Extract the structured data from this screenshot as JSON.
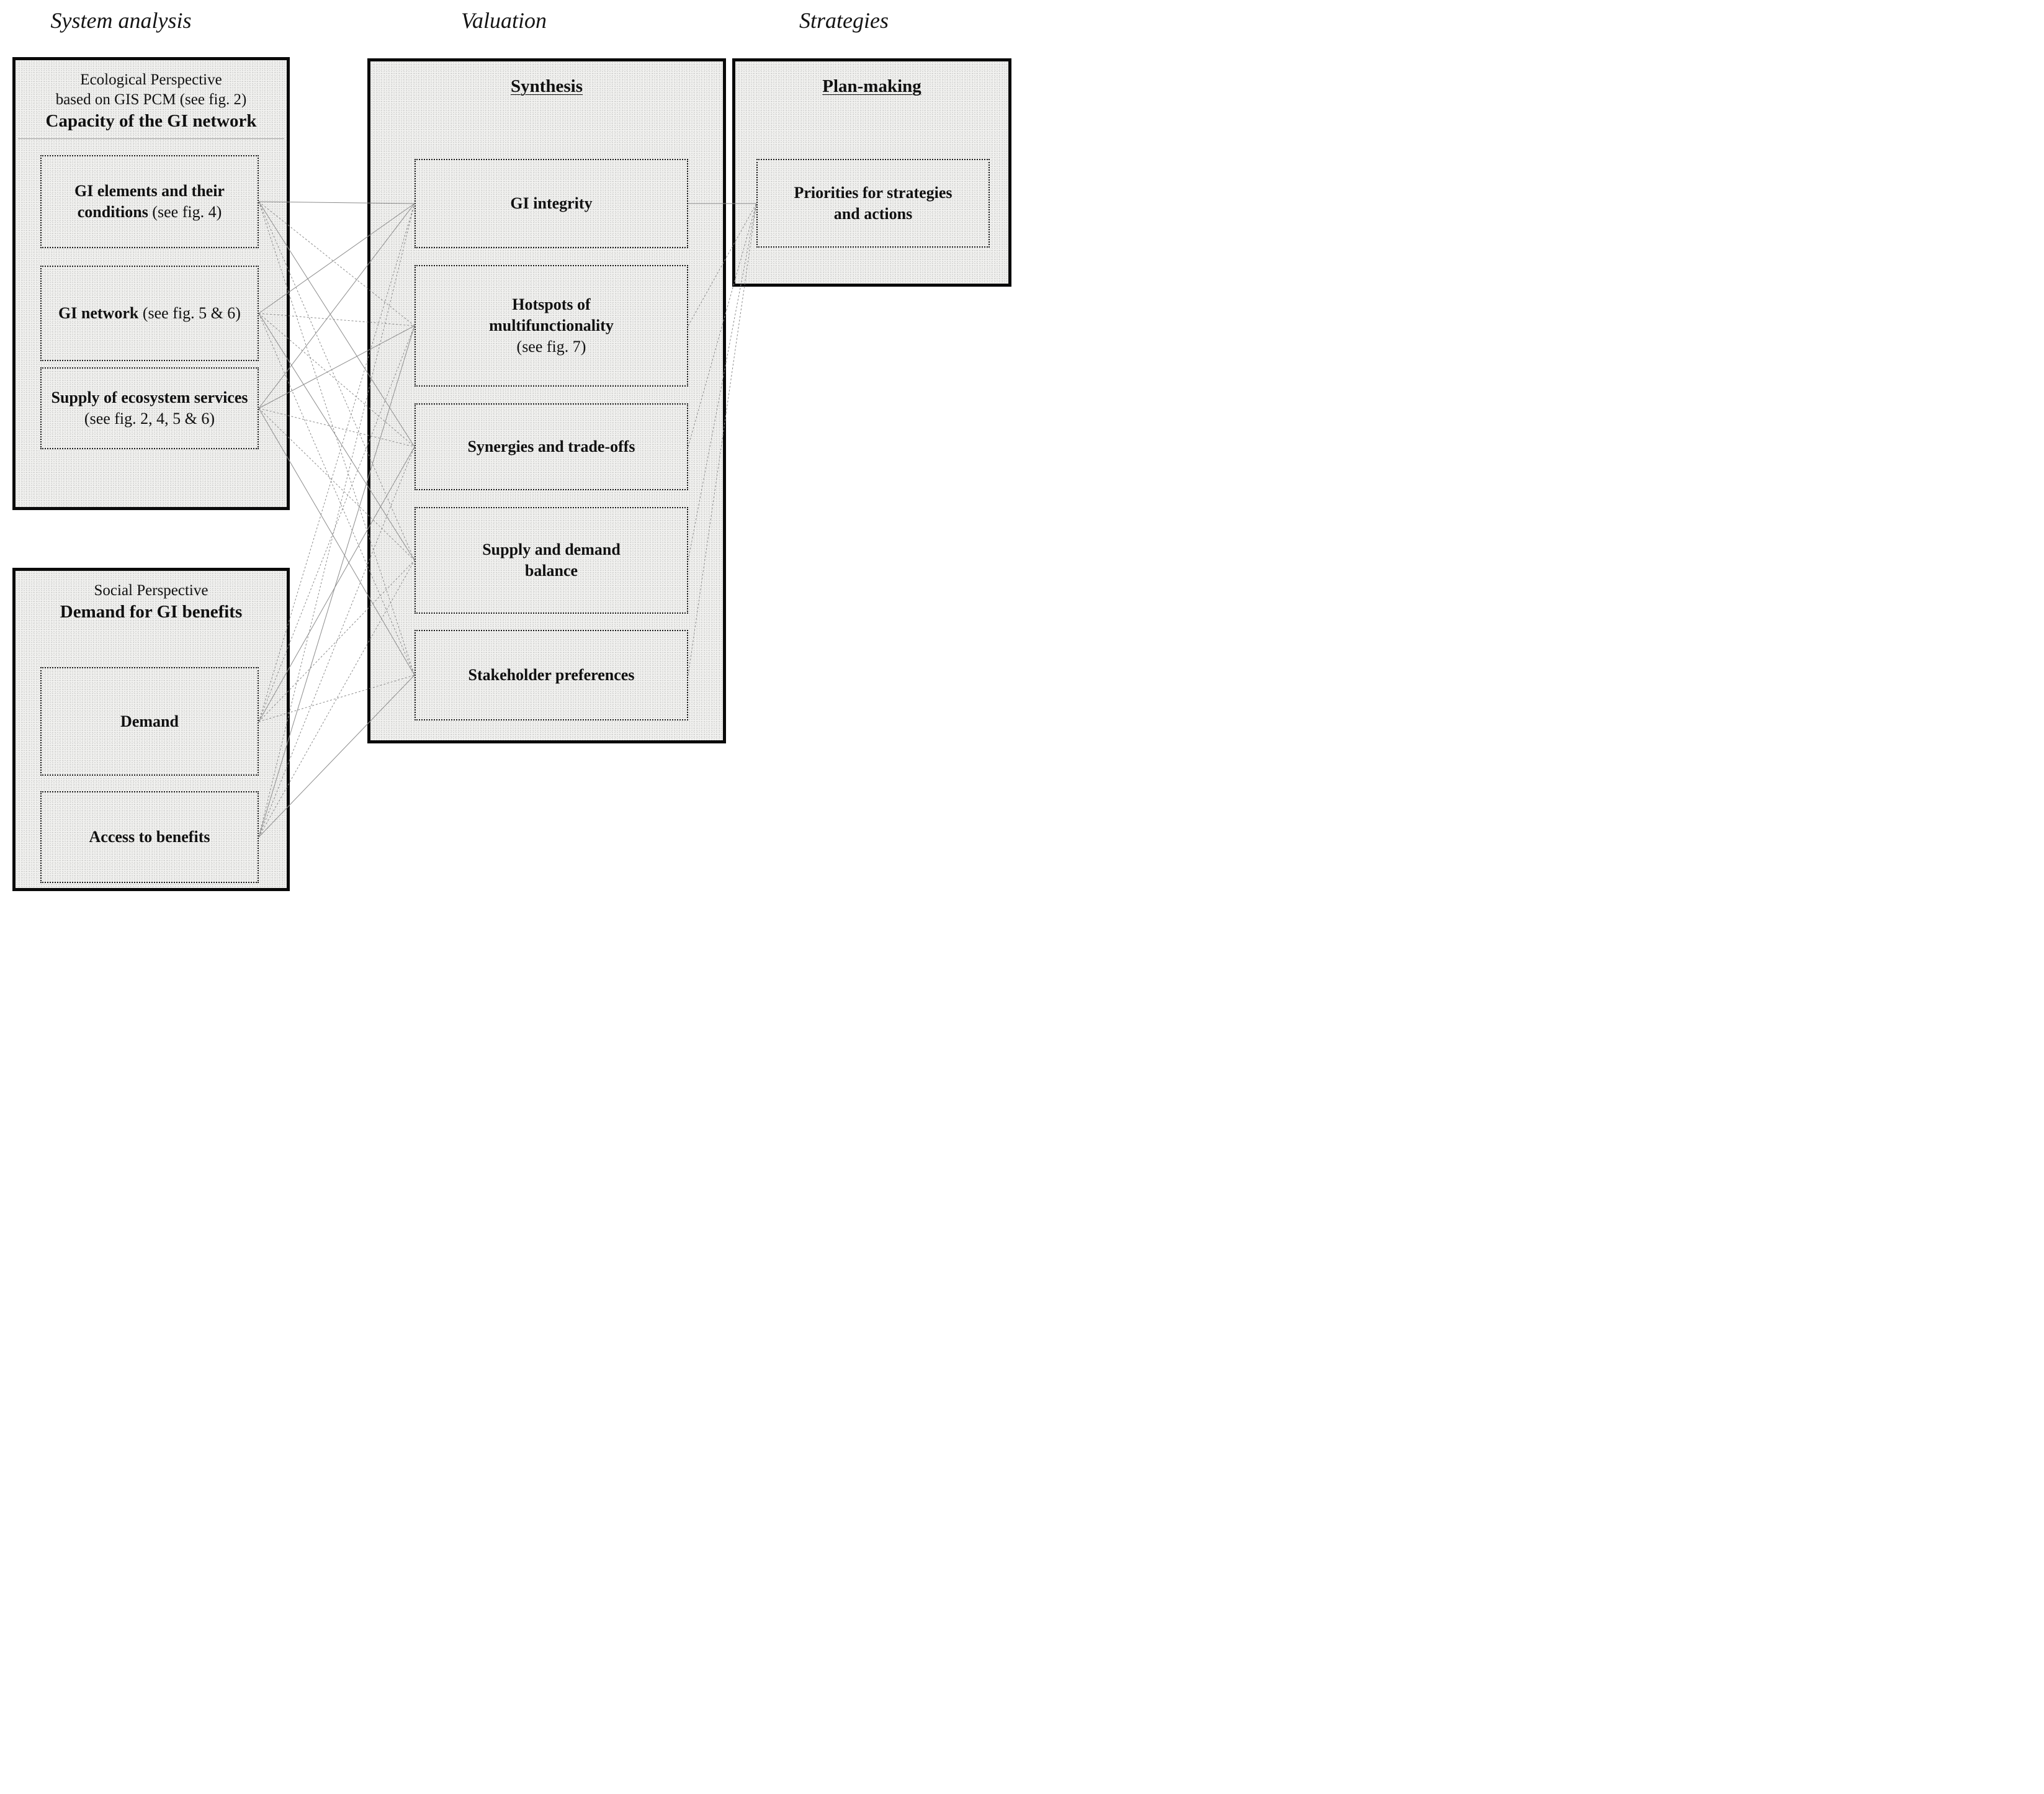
{
  "headers": {
    "system_analysis": "System analysis",
    "valuation": "Valuation",
    "strategies": "Strategies"
  },
  "boxes": {
    "ecological": {
      "subtitle1": "Ecological Perspective",
      "subtitle2": "based on GIS PCM (see fig. 2)",
      "title": "Capacity of the GI network"
    },
    "social": {
      "subtitle1": "Social Perspective",
      "title": "Demand for GI benefits"
    },
    "valuation": {
      "title": "Synthesis"
    },
    "strategies": {
      "title": "Plan-making"
    }
  },
  "nodes": {
    "gi_elements": {
      "line1": "GI elements and their",
      "line2": "conditions",
      "note": "(see fig. 4)"
    },
    "gi_network": {
      "line1": "GI network",
      "note": "(see fig. 5 & 6)"
    },
    "supply_es": {
      "line1": "Supply of ecosystem services",
      "note": "(see fig. 2, 4, 5 & 6)"
    },
    "demand": {
      "line1": "Demand"
    },
    "access": {
      "line1": "Access to benefits"
    },
    "gi_integrity": {
      "line1": "GI integrity"
    },
    "hotspots": {
      "line1": "Hotspots of",
      "line2": "multifunctionality",
      "note": "(see fig. 7)"
    },
    "synergies": {
      "line1": "Synergies and trade-offs"
    },
    "supply_demand": {
      "line1": "Supply and demand",
      "line2": "balance"
    },
    "stakeholder": {
      "line1": "Stakeholder preferences"
    },
    "priorities": {
      "line1": "Priorities for strategies",
      "line2": "and actions"
    }
  },
  "diagram": {
    "line_color": "#8c8c8c",
    "edges": [
      {
        "from": "e1",
        "to": "v1L",
        "style": "solid"
      },
      {
        "from": "e1",
        "to": "v2L",
        "style": "dashed"
      },
      {
        "from": "e1",
        "to": "v3L",
        "style": "solid"
      },
      {
        "from": "e1",
        "to": "v4L",
        "style": "dashed"
      },
      {
        "from": "e1",
        "to": "v5L",
        "style": "dashed"
      },
      {
        "from": "e2",
        "to": "v1L",
        "style": "solid"
      },
      {
        "from": "e2",
        "to": "v2L",
        "style": "dashed"
      },
      {
        "from": "e2",
        "to": "v3L",
        "style": "dashed"
      },
      {
        "from": "e2",
        "to": "v4L",
        "style": "solid"
      },
      {
        "from": "e2",
        "to": "v5L",
        "style": "dashed"
      },
      {
        "from": "e3",
        "to": "v1L",
        "style": "solid"
      },
      {
        "from": "e3",
        "to": "v2L",
        "style": "solid"
      },
      {
        "from": "e3",
        "to": "v3L",
        "style": "dashed"
      },
      {
        "from": "e3",
        "to": "v4L",
        "style": "dashed"
      },
      {
        "from": "e3",
        "to": "v5L",
        "style": "solid"
      },
      {
        "from": "s1",
        "to": "v1L",
        "style": "dashed"
      },
      {
        "from": "s1",
        "to": "v2L",
        "style": "dashed"
      },
      {
        "from": "s1",
        "to": "v3L",
        "style": "solid"
      },
      {
        "from": "s1",
        "to": "v4L",
        "style": "dashed"
      },
      {
        "from": "s1",
        "to": "v5L",
        "style": "dashed"
      },
      {
        "from": "s2",
        "to": "v1L",
        "style": "dashed"
      },
      {
        "from": "s2",
        "to": "v2L",
        "style": "solid"
      },
      {
        "from": "s2",
        "to": "v3L",
        "style": "dashed"
      },
      {
        "from": "s2",
        "to": "v4L",
        "style": "dashed"
      },
      {
        "from": "s2",
        "to": "v5L",
        "style": "solid"
      },
      {
        "from": "v1R",
        "to": "p1",
        "style": "solid"
      },
      {
        "from": "v2R",
        "to": "p1",
        "style": "dashed"
      },
      {
        "from": "v3R",
        "to": "p1",
        "style": "dashed"
      },
      {
        "from": "v4R",
        "to": "p1",
        "style": "dashed"
      },
      {
        "from": "v5R",
        "to": "p1",
        "style": "dashed"
      }
    ]
  }
}
